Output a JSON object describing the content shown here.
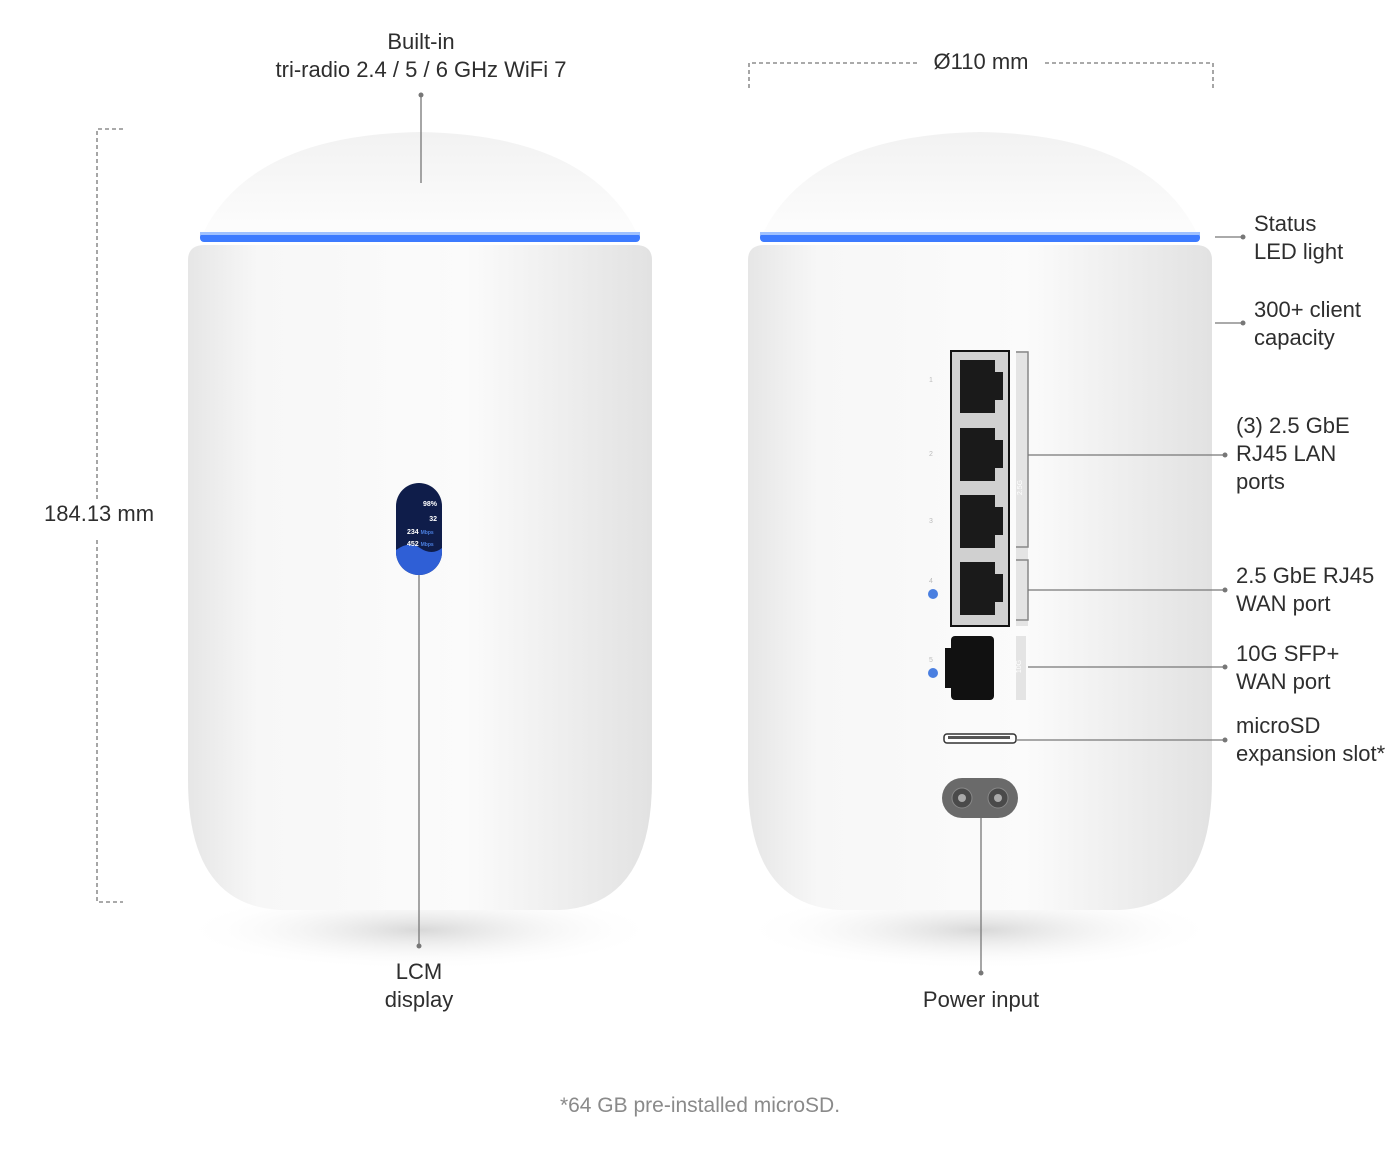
{
  "dimensions": {
    "width_label": "Ø110 mm",
    "height_label": "184.13 mm"
  },
  "callouts": {
    "wifi": [
      "Built-in",
      "tri-radio 2.4 / 5 / 6 GHz WiFi 7"
    ],
    "status_led": [
      "Status",
      "LED light"
    ],
    "clients": [
      "300+ client",
      "capacity"
    ],
    "lan_ports": [
      "(3) 2.5 GbE",
      "RJ45 LAN",
      "ports"
    ],
    "wan_port": [
      "2.5 GbE RJ45",
      "WAN port"
    ],
    "sfp_port": [
      "10G SFP+",
      "WAN port"
    ],
    "microsd": [
      "microSD",
      "expansion slot*"
    ],
    "lcm": [
      "LCM",
      "display"
    ],
    "power": [
      "Power input"
    ]
  },
  "lcm_screen": {
    "signal": "98%",
    "clients": "32",
    "upload": "234",
    "download": "452",
    "unit": "Mbps"
  },
  "port_labels": {
    "numbers": [
      "1",
      "2",
      "3",
      "4",
      "5"
    ],
    "group_2_5g": "2.5G",
    "group_10g": "10G"
  },
  "footnote": "*64 GB pre-installed microSD.",
  "colors": {
    "led": "#3d7bff",
    "screen": "#0f1d4a",
    "body": "#f4f4f4"
  }
}
